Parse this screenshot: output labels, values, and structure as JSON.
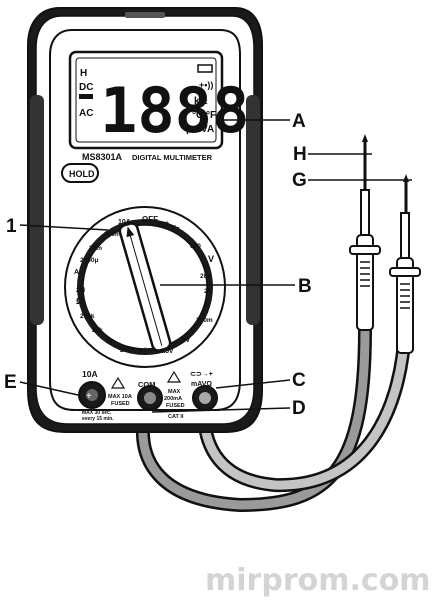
{
  "device": {
    "model": "MS8301A",
    "subtitle": "DIGITAL MULTIMETER",
    "hold_button": "HOLD"
  },
  "display": {
    "digits": "1888",
    "h": "H",
    "dc": "DC",
    "ac": "AC",
    "diode": "→+•))",
    "kohm": "kΩ",
    "deg": "°C °F",
    "units": "μmVA"
  },
  "dial": {
    "off": "OFF",
    "r10a": "10A",
    "r200m_a": "200m",
    "r20m_a": "20m",
    "r2000u": "2000μ",
    "amode": "A",
    "r2m": "2M",
    "ohm": "Ω",
    "r200k": "200k",
    "r20k": "20k",
    "r2k": "2k",
    "r200": "200",
    "v200": "200",
    "v600": "600",
    "v200b": "200",
    "v20": "20",
    "v2": "2",
    "v200m": "200m",
    "v9": "9V",
    "v15": "1.5V",
    "vsym": "V",
    "vac": "V~"
  },
  "jacks": {
    "a10": "10A",
    "com": "COM",
    "vma": "mAVΩ",
    "vma_icon": "⊂⊃→+",
    "max10": "MAX 10A",
    "fused": "FUSED",
    "max200": "MAX",
    "max200b": "200mA",
    "fused2": "FUSED",
    "note1": "MAX 30 sec.",
    "note2": "every 15 min.",
    "cat": "CAT II"
  },
  "callouts": {
    "A": "A",
    "B": "B",
    "C": "C",
    "D": "D",
    "E": "E",
    "G": "G",
    "H": "H",
    "one": "1"
  },
  "watermark": "mirprom.com"
}
